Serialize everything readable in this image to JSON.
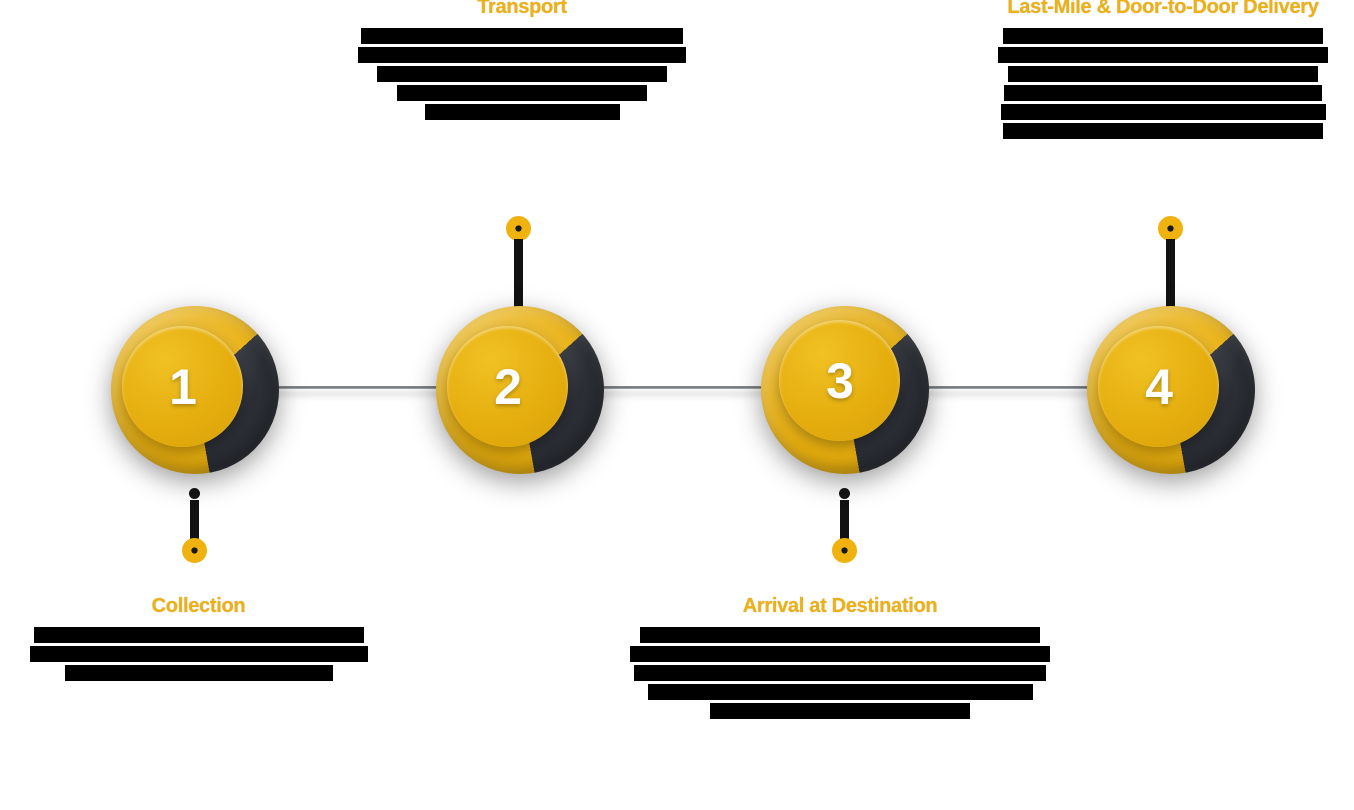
{
  "diagram": {
    "type": "horizontal-process-timeline",
    "step_count": 4,
    "colors": {
      "accent_gold": "#EEB110",
      "ring_gold": "#E9B00F",
      "ring_dark": "#2C2F36",
      "inner_gold": "#E4AC0C",
      "number_text": "#FFFFFF",
      "rail_gray": "#6F7378",
      "redacted_bar": "#000000",
      "background": "#FFFFFF"
    }
  },
  "steps": [
    {
      "number": "1",
      "heading": "Collection",
      "position": "below",
      "redacted_line_widths": [
        330,
        338,
        268
      ]
    },
    {
      "number": "2",
      "heading": "Transport",
      "position": "above",
      "redacted_line_widths": [
        322,
        328,
        290,
        250,
        195
      ]
    },
    {
      "number": "3",
      "heading": "Arrival at Destination",
      "position": "below",
      "redacted_line_widths": [
        400,
        420,
        412,
        385,
        260
      ]
    },
    {
      "number": "4",
      "heading": "Last-Mile & Door-to-Door Delivery",
      "position": "above",
      "redacted_line_widths": [
        320,
        330,
        310,
        318,
        325,
        320
      ]
    }
  ]
}
